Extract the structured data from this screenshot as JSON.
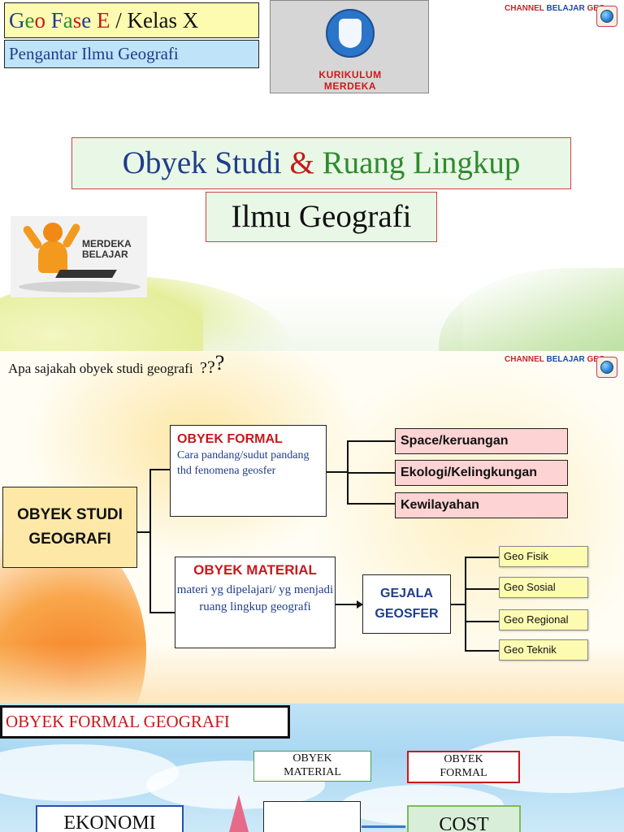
{
  "slide1": {
    "geo_title": [
      {
        "text": "G",
        "color": "#1f3d8a"
      },
      {
        "text": "e",
        "color": "#2e8b2e"
      },
      {
        "text": "o ",
        "color": "#c8181b"
      },
      {
        "text": "F",
        "color": "#1f3d8a"
      },
      {
        "text": "a",
        "color": "#2e8b2e"
      },
      {
        "text": "s",
        "color": "#c8181b"
      },
      {
        "text": "e ",
        "color": "#1f3d8a"
      },
      {
        "text": "E",
        "color": "#c8181b"
      },
      {
        "text": " / Kelas X",
        "color": "#111111"
      }
    ],
    "subtitle": "Pengantar Ilmu Geografi",
    "kurikulum_line1": "KURIKULUM",
    "kurikulum_line2": "MERDEKA",
    "channel_label_a": "CHANNEL ",
    "channel_label_b": "BELAJAR ",
    "channel_label_c": "GEO",
    "title_part1": "Obyek Studi ",
    "title_amp": "&",
    "title_part2": " Ruang Lingkup",
    "title_line2": "Ilmu Geografi",
    "merdeka_line1": "MERDEKA",
    "merdeka_line2": "BELAJAR",
    "colors": {
      "blue": "#1f3d8a",
      "red": "#c8181b",
      "green": "#2e8b2e"
    }
  },
  "slide2": {
    "question": "Apa sajakah  obyek studi geografi",
    "q1": "?",
    "q2": "?",
    "q3": "?",
    "channel_label_a": "CHANNEL ",
    "channel_label_b": "BELAJAR ",
    "channel_label_c": "GEO",
    "root_line1": "OBYEK STUDI",
    "root_line2": "GEOGRAFI",
    "formal_title": "OBYEK FORMAL",
    "formal_desc": "Cara pandang/sudut pandang thd fenomena geosfer",
    "material_title": "OBYEK MATERIAL",
    "material_desc": "materi yg dipelajari/ yg menjadi ruang lingkup geografi",
    "formal_items": [
      "Space/keruangan",
      "Ekologi/Kelingkungan",
      "Kewilayahan"
    ],
    "gejala_line1": "GEJALA",
    "gejala_line2": "GEOSFER",
    "geo_items": [
      "Geo Fisik",
      "Geo Sosial",
      "Geo Regional",
      "Geo Teknik"
    ]
  },
  "slide3": {
    "title": "OBYEK  FORMAL  GEOGRAFI",
    "material_label_1": "OBYEK",
    "material_label_2": "MATERIAL",
    "formal_label_1": "OBYEK",
    "formal_label_2": "FORMAL",
    "ekonomi": "EKONOMI",
    "cost": "COST"
  }
}
